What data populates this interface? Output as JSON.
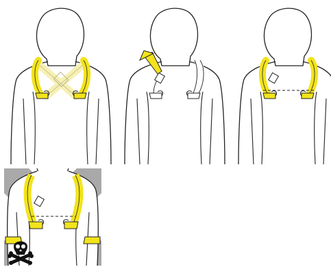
{
  "colors": {
    "strap": "#f2e31b",
    "strap_faded": "#f6f0b3",
    "outline": "#222222",
    "warning_bar": "#a9a9a9",
    "arrow": "#f2e31b"
  },
  "panels": [
    {
      "name": "panel-cross-straps",
      "icons": [
        "figure-icon",
        "harness-cross-icon"
      ]
    },
    {
      "name": "panel-adjust-strap",
      "icons": [
        "figure-icon",
        "arrow-up-icon"
      ]
    },
    {
      "name": "panel-correct-fit",
      "icons": [
        "figure-icon",
        "harness-icon"
      ]
    },
    {
      "name": "panel-incorrect-fit",
      "icons": [
        "figure-icon",
        "skull-crossbones-icon",
        "prohibited-x-icon"
      ]
    }
  ]
}
